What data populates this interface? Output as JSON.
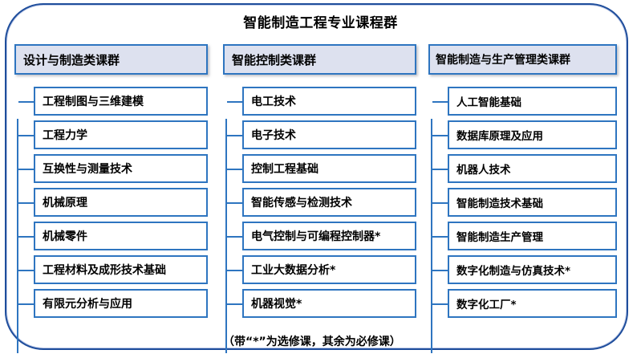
{
  "title": "智能制造工程专业课程群",
  "colors": {
    "box_border": "#2e75c0",
    "header_fill": "#dde1ef",
    "frame_border": "#1f4e9c",
    "text": "#000000"
  },
  "columns": [
    {
      "header": "设计与制造类课群",
      "items": [
        "工程制图与三维建模",
        "工程力学",
        "互换性与测量技术",
        "机械原理",
        "机械零件",
        "工程材料及成形技术基础",
        "有限元分析与应用"
      ]
    },
    {
      "header": "智能控制类课群",
      "items": [
        "电工技术",
        "电子技术",
        "控制工程基础",
        "智能传感与检测技术",
        "电气控制与可编程控制器*",
        "工业大数据分析*",
        "机器视觉*"
      ]
    },
    {
      "header": "智能制造与生产管理类课群",
      "items": [
        "人工智能基础",
        "数据库原理及应用",
        "机器人技术",
        "智能制造技术基础",
        "智能制造生产管理",
        "数字化制造与仿真技术*",
        "数字化工厂*"
      ]
    }
  ],
  "footnote": "（带“*”为选修课，其余为必修课）"
}
